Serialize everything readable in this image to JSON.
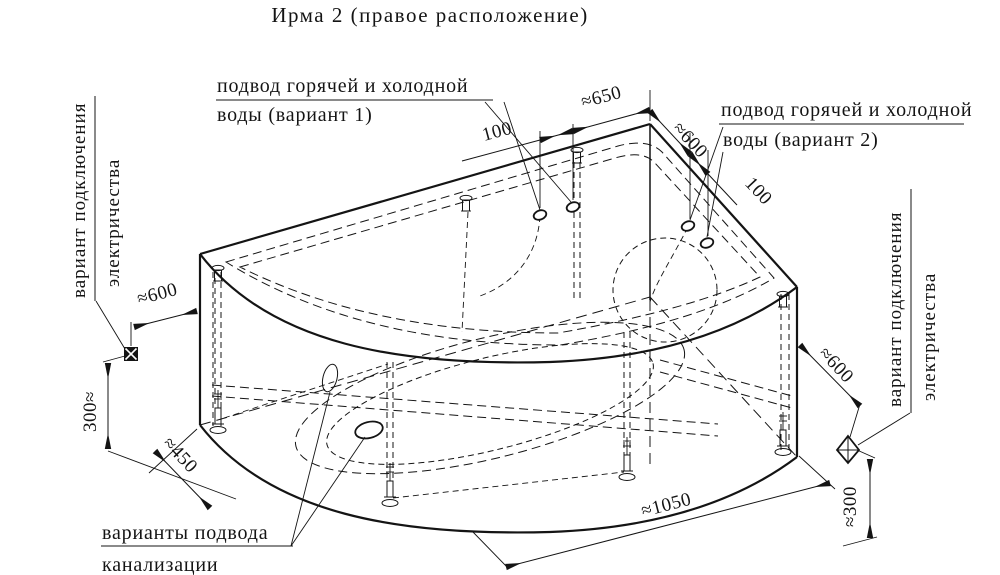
{
  "title": "Ирма 2 (правое расположение)",
  "colors": {
    "ink": "#141414",
    "background": "#ffffff"
  },
  "annotations": {
    "supply_v1": {
      "line1": "подвод горячей и холодной",
      "line2": "воды (вариант 1)"
    },
    "supply_v2": {
      "line1": "подвод горячей и холодной",
      "line2": "воды (вариант 2)"
    },
    "electric_left": {
      "line1": "вариант подключения",
      "line2": "электричества"
    },
    "electric_right": {
      "line1": "вариант подключения",
      "line2": "электричества"
    },
    "sewer": {
      "line1": "варианты подвода",
      "line2": "канализации"
    }
  },
  "dimensions": {
    "top_gap": "100",
    "top_back_left": "≈650",
    "top_back_right": "≈600",
    "right_gap": "100",
    "left_wall_offset": "≈600",
    "left_height": "300≈",
    "left_depth": "≈450",
    "front_width": "≈1050",
    "right_height": "≈300",
    "right_wall_offset": "≈600"
  }
}
